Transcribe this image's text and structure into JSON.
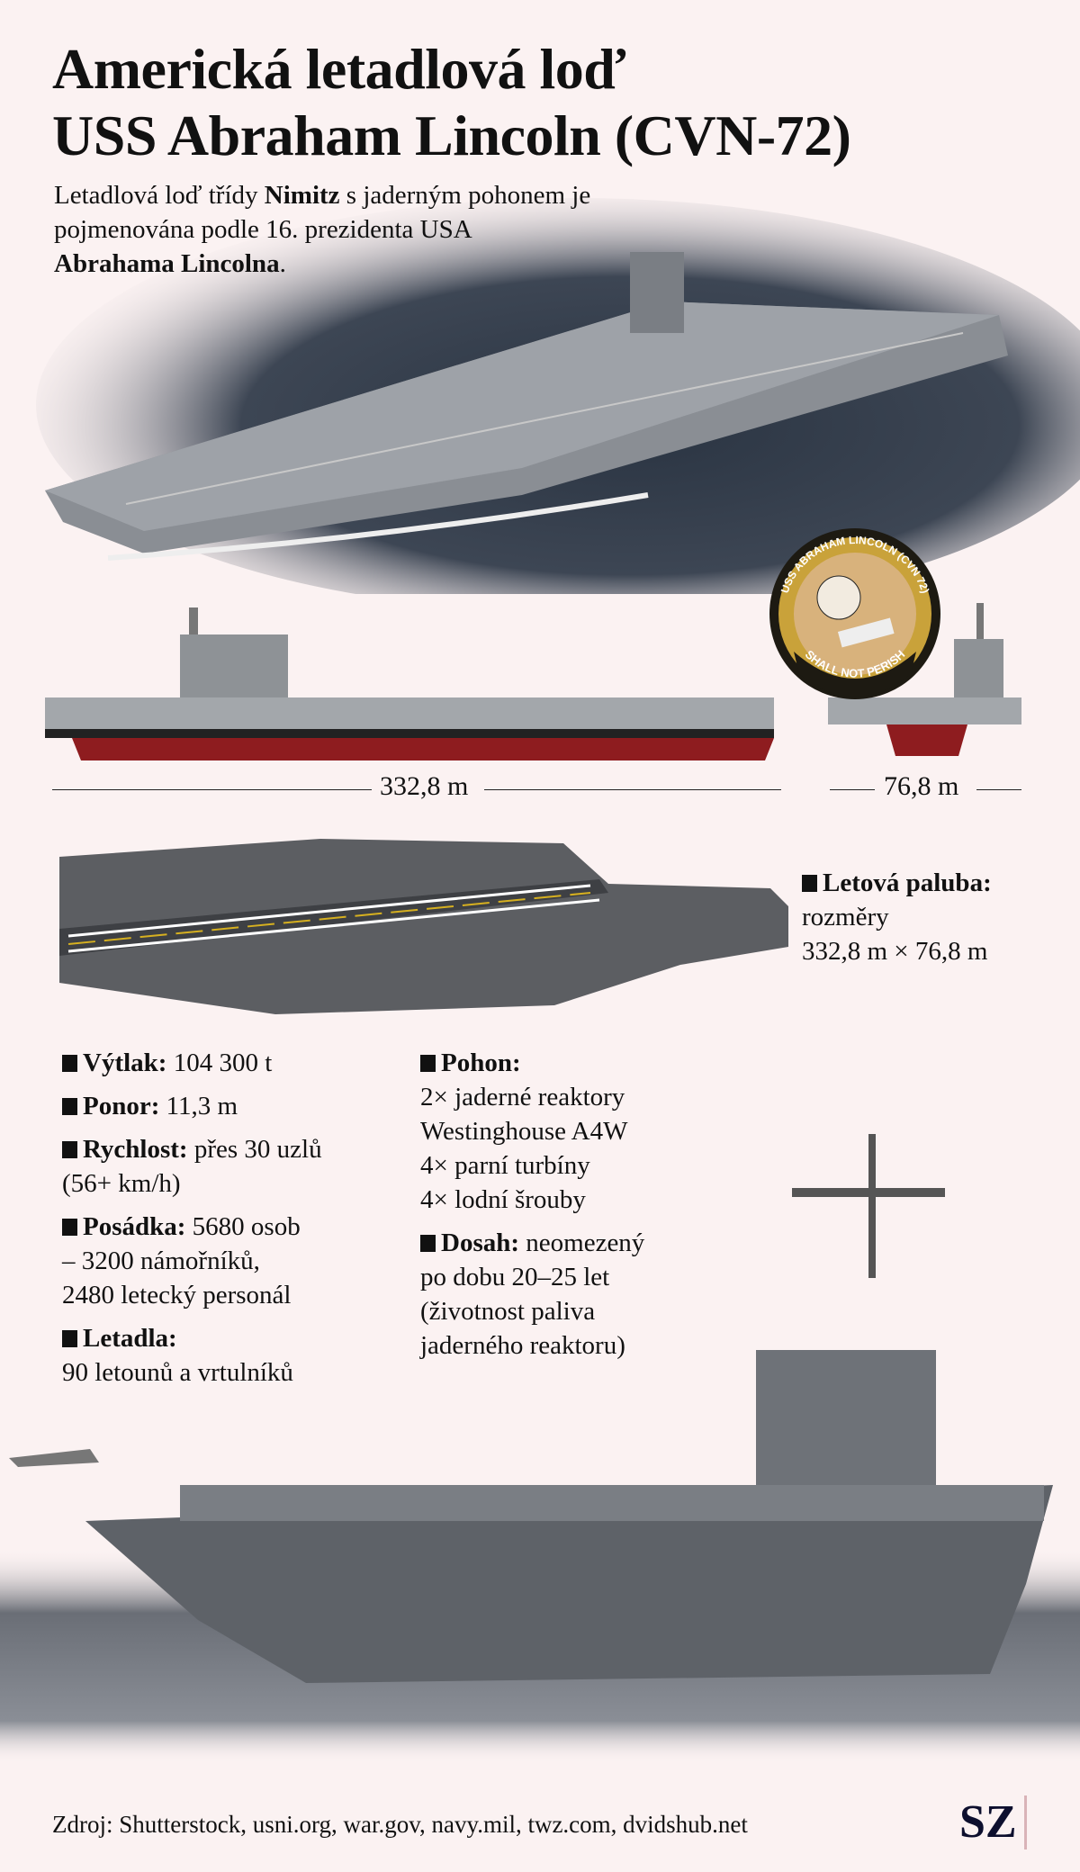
{
  "title": {
    "line1": "Americká letadlová loď",
    "line2": "USS Abraham Lincoln (CVN-72)"
  },
  "intro": {
    "part1": "Letadlová loď třídy ",
    "bold1": "Nimitz",
    "part2": " s jaderným pohonem je pojmenována podle 16. prezidenta USA ",
    "bold2": "Abrahama Lincolna",
    "part3": "."
  },
  "badge": {
    "top_text": "USS ABRAHAM LINCOLN (CVN 72)",
    "bottom_text": "SHALL NOT PERISH"
  },
  "dimensions": {
    "length": "332,8 m",
    "beam": "76,8 m"
  },
  "flight_deck": {
    "label": "Letová paluba:",
    "text1": "rozměry",
    "text2": "332,8 m × 76,8 m"
  },
  "stats_left": [
    {
      "label": "Výtlak:",
      "value": "104 300 t"
    },
    {
      "label": "Ponor:",
      "value": "11,3 m"
    },
    {
      "label": "Rychlost:",
      "value": "přes 30 uzlů",
      "extra": [
        "(56+ km/h)"
      ]
    },
    {
      "label": "Posádka:",
      "value": "5680 osob",
      "extra": [
        "– 3200 námořníků,",
        "2480 letecký personál"
      ]
    },
    {
      "label": "Letadla:",
      "value": "",
      "extra": [
        "90 letounů a vrtulníků"
      ]
    }
  ],
  "stats_right": [
    {
      "label": "Pohon:",
      "value": "",
      "extra": [
        "2× jaderné reaktory",
        "Westinghouse A4W",
        "4× parní turbíny",
        "4× lodní šrouby"
      ]
    },
    {
      "label": "Dosah:",
      "value": "neomezený",
      "extra": [
        "po dobu 20–25 let",
        "(životnost paliva",
        "jaderného reaktoru)"
      ]
    }
  ],
  "footer": {
    "source": "Zdroj: Shutterstock, usni.org, war.gov, navy.mil, twz.com, dvidshub.net",
    "logo": "SZ"
  }
}
